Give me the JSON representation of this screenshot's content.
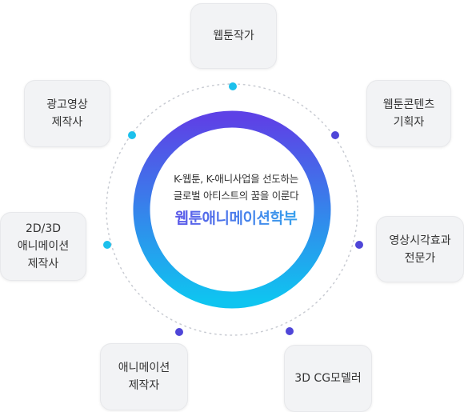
{
  "center": {
    "tagline": "K-웹툰, K-애니사업을 선도하는\n글로벌 아티스트의 꿈을 이룬다",
    "department": "웹툰애니메이션학부"
  },
  "careers": [
    {
      "label": "웹툰작가"
    },
    {
      "label": "웹툰콘텐츠\n기획자"
    },
    {
      "label": "영상시각효과\n전문가"
    },
    {
      "label": "3D CG모델러"
    },
    {
      "label": "애니메이션\n제작자"
    },
    {
      "label": "2D/3D\n애니메이션\n제작사"
    },
    {
      "label": "광고영상\n제작사"
    }
  ],
  "colors": {
    "ring_start": "#5d42e6",
    "ring_end": "#0fc4f0",
    "dot_purple": "#4f46d8",
    "dot_cyan": "#1cc0ec"
  }
}
